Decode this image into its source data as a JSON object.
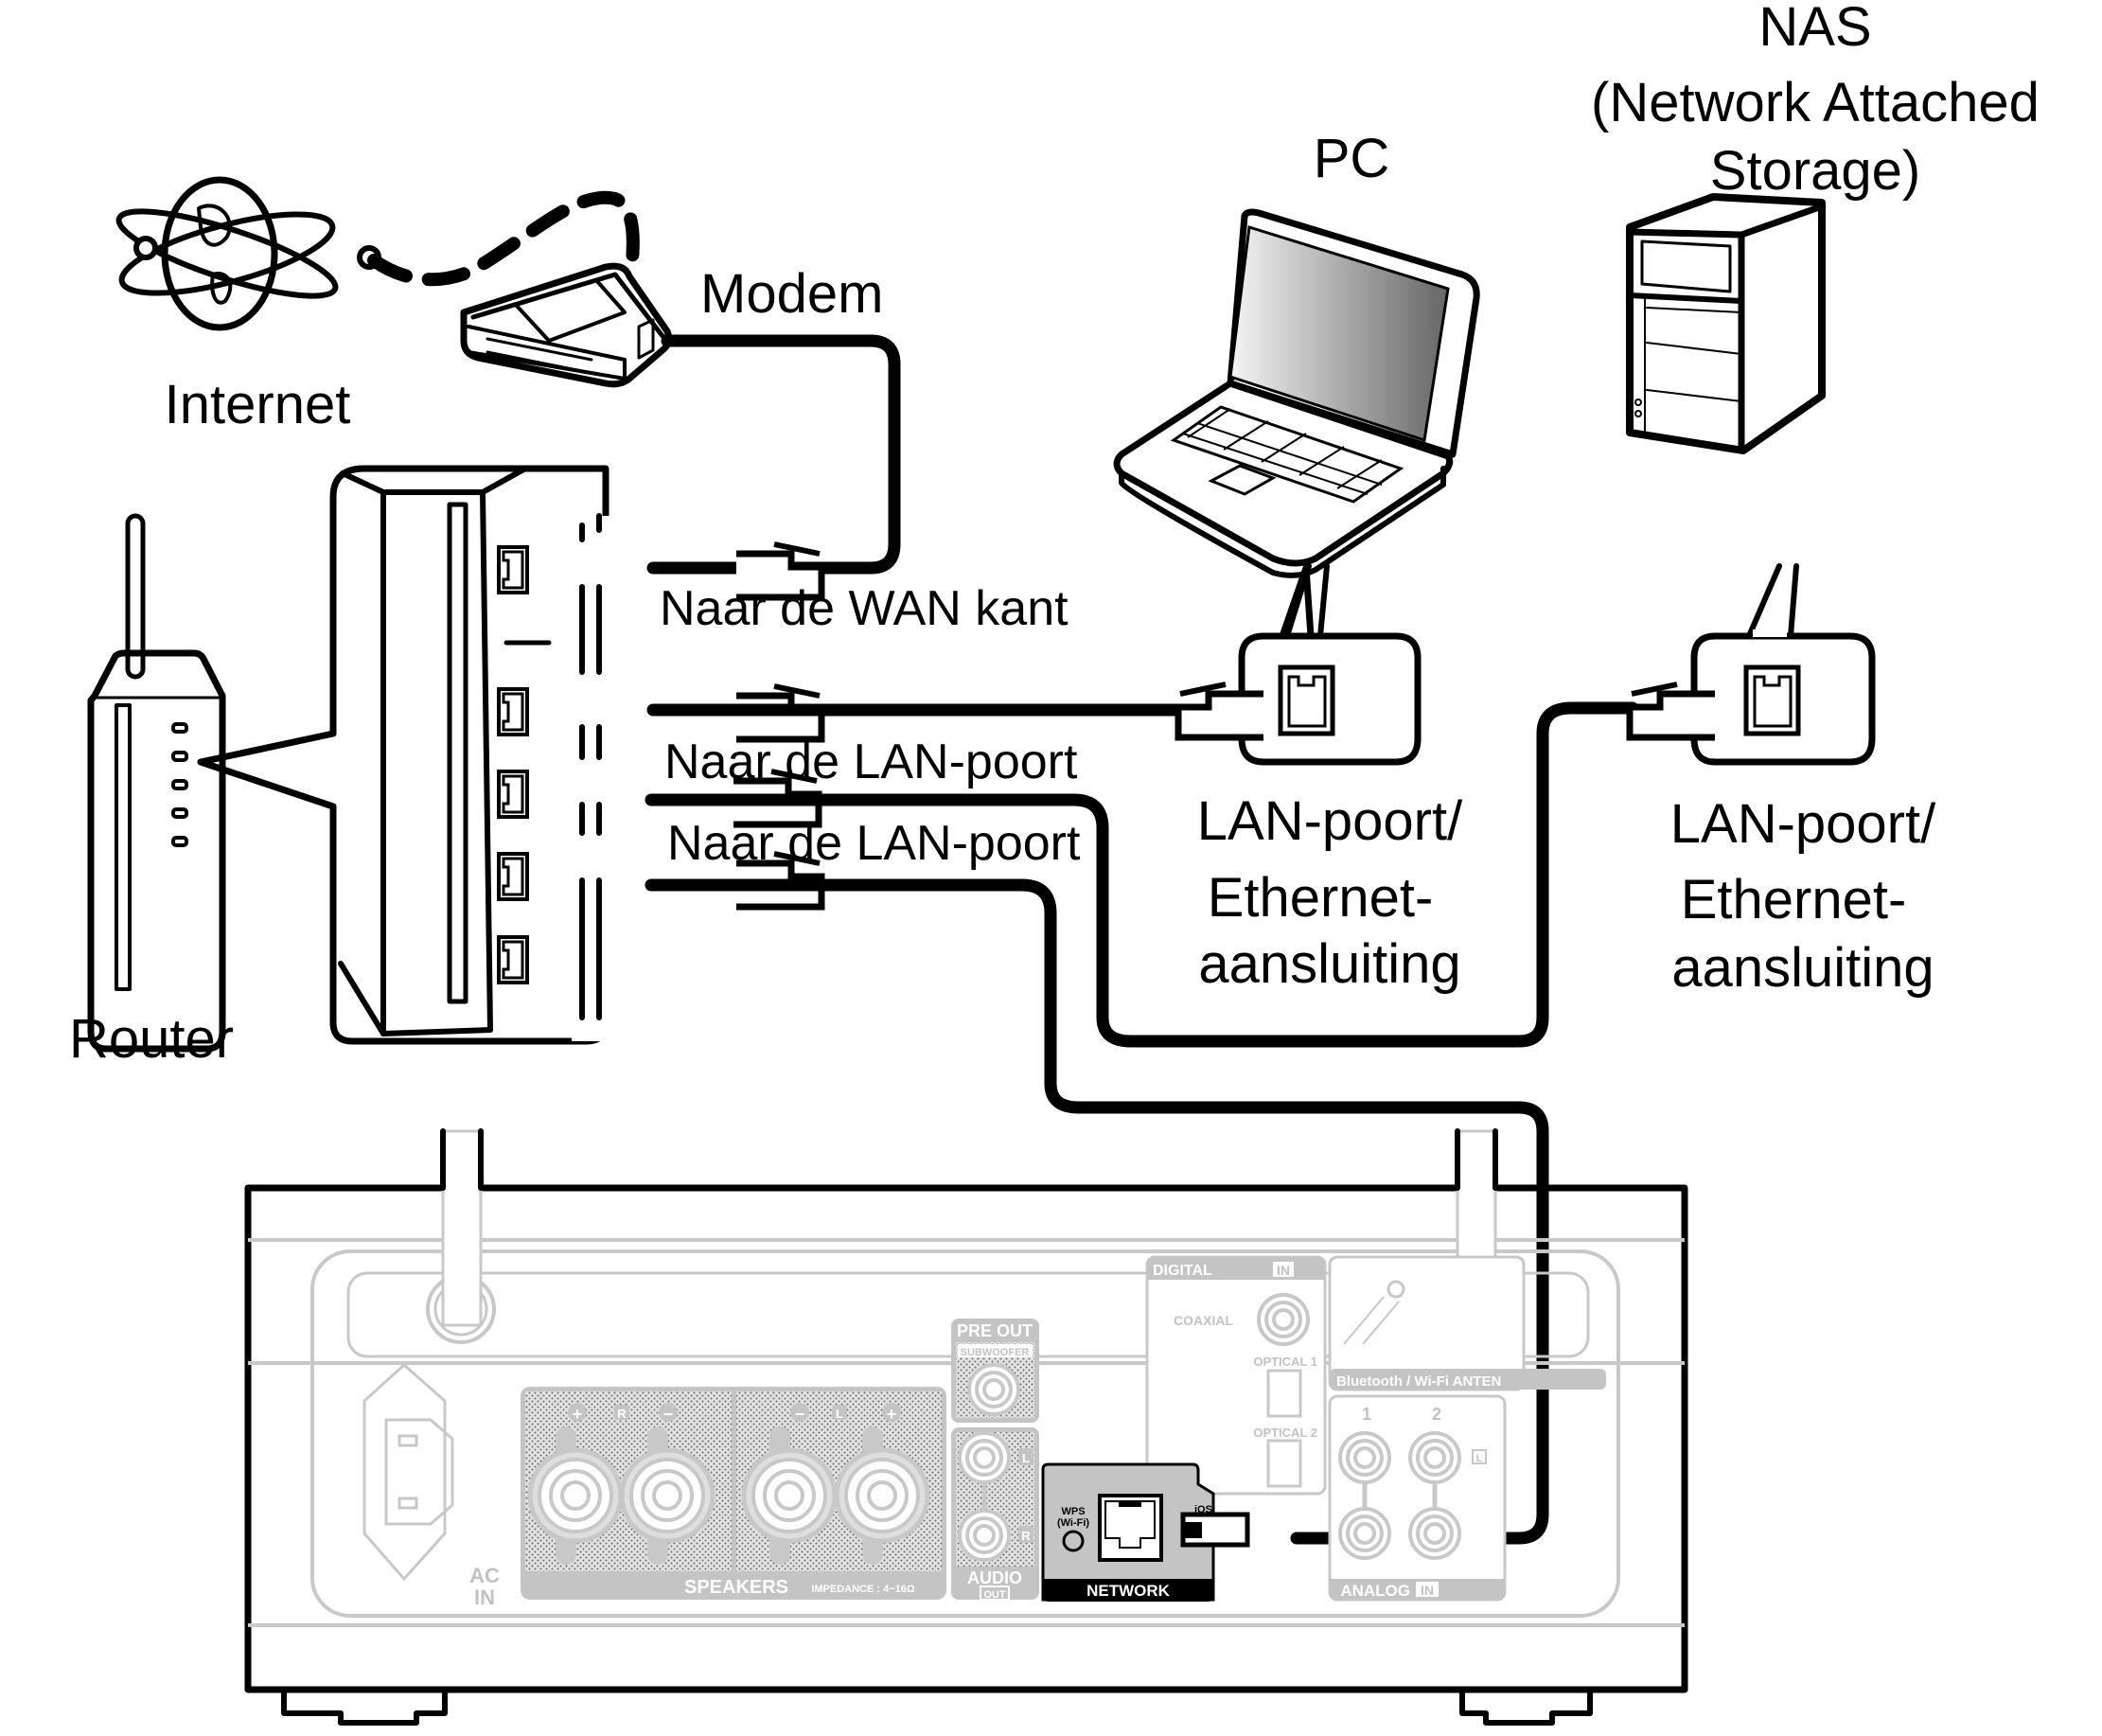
{
  "diagram": {
    "title": "Network connection diagram",
    "nodes": {
      "internet": {
        "label": "Internet",
        "icon": "globe-icon"
      },
      "modem": {
        "label": "Modem",
        "icon": "modem-icon"
      },
      "router": {
        "label": "Router",
        "icon": "router-icon"
      },
      "pc": {
        "label": "PC",
        "icon": "laptop-icon"
      },
      "nas": {
        "label_lines": [
          "NAS",
          "(Network Attached",
          "Storage)"
        ],
        "icon": "nas-tower-icon"
      }
    },
    "router_callout": {
      "wan_label": "Naar de WAN kant",
      "lan_label_1": "Naar de LAN-poort",
      "lan_label_2": "Naar de LAN-poort",
      "port_count": 5
    },
    "pc_port": {
      "label_lines": [
        "LAN-poort/",
        "Ethernet-",
        "aansluiting"
      ]
    },
    "nas_port": {
      "label_lines": [
        "LAN-poort/",
        "Ethernet-",
        "aansluiting"
      ]
    },
    "connections": [
      {
        "from": "internet",
        "to": "modem",
        "style": "dashed"
      },
      {
        "from": "modem",
        "to": "router-wan",
        "style": "solid"
      },
      {
        "from": "router-lan-1",
        "to": "pc",
        "style": "solid"
      },
      {
        "from": "router-lan-2",
        "to": "nas",
        "style": "solid"
      },
      {
        "from": "router-lan-3",
        "to": "receiver-network",
        "style": "solid"
      }
    ],
    "receiver_panel": {
      "ac_in": [
        "AC",
        "IN"
      ],
      "speakers": {
        "label": "SPEAKERS",
        "impedance": "IMPEDANCE : 4~16Ω",
        "r_group": [
          "+",
          "R",
          "−"
        ],
        "l_group": [
          "−",
          "L",
          "+"
        ]
      },
      "pre_out": {
        "label": "PRE OUT",
        "sub": "SUBWOOFER"
      },
      "audio_out": {
        "label": "AUDIO",
        "badge": "OUT",
        "channels": [
          "L",
          "R"
        ]
      },
      "network": {
        "label": "NETWORK",
        "wps": [
          "WPS",
          "(Wi-Fi)"
        ],
        "ios": "iOS"
      },
      "digital_in": {
        "label": "DIGITAL",
        "badge": "IN",
        "coaxial": "COAXIAL",
        "optical1": "OPTICAL 1",
        "optical2": "OPTICAL 2"
      },
      "antenna": {
        "label": "Bluetooth / Wi-Fi ANTEN"
      },
      "analog_in": {
        "label": "ANALOG",
        "badge": "IN",
        "inputs": [
          "1",
          "2"
        ],
        "channel": "L"
      }
    }
  }
}
